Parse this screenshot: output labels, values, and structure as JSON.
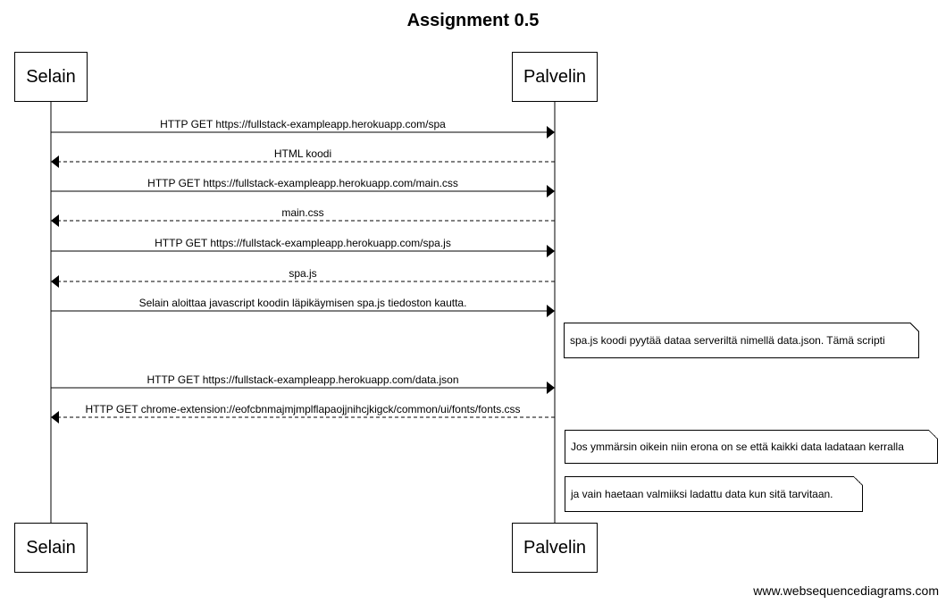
{
  "title": "Assignment 0.5",
  "participants": [
    "Selain",
    "Palvelin"
  ],
  "messages": [
    {
      "from": "Selain",
      "to": "Palvelin",
      "style": "solid",
      "label": "HTTP GET https://fullstack-exampleapp.herokuapp.com/spa"
    },
    {
      "from": "Palvelin",
      "to": "Selain",
      "style": "dashed",
      "label": "HTML koodi"
    },
    {
      "from": "Selain",
      "to": "Palvelin",
      "style": "solid",
      "label": "HTTP GET https://fullstack-exampleapp.herokuapp.com/main.css"
    },
    {
      "from": "Palvelin",
      "to": "Selain",
      "style": "dashed",
      "label": "main.css"
    },
    {
      "from": "Selain",
      "to": "Palvelin",
      "style": "solid",
      "label": "HTTP GET https://fullstack-exampleapp.herokuapp.com/spa.js"
    },
    {
      "from": "Palvelin",
      "to": "Selain",
      "style": "dashed",
      "label": "spa.js"
    },
    {
      "from": "Selain",
      "to": "Palvelin",
      "style": "solid",
      "label": "Selain aloittaa javascript koodin läpikäymisen spa.js tiedoston kautta."
    },
    {
      "from": "Selain",
      "to": "Palvelin",
      "style": "solid",
      "label": "HTTP GET https://fullstack-exampleapp.herokuapp.com/data.json"
    },
    {
      "from": "Palvelin",
      "to": "Selain",
      "style": "dashed",
      "label": "HTTP GET chrome-extension://eofcbnmajmjmplflapaojjnihcjkigck/common/ui/fonts/fonts.css"
    }
  ],
  "notes": [
    {
      "text": "spa.js koodi pyytää dataa serveriltä nimellä data.json. Tämä scripti"
    },
    {
      "text": "Jos ymmärsin oikein niin erona on se että kaikki data ladataan kerralla"
    },
    {
      "text": "ja vain haetaan valmiiksi ladattu data kun sitä tarvitaan."
    }
  ],
  "watermark": "www.websequencediagrams.com"
}
